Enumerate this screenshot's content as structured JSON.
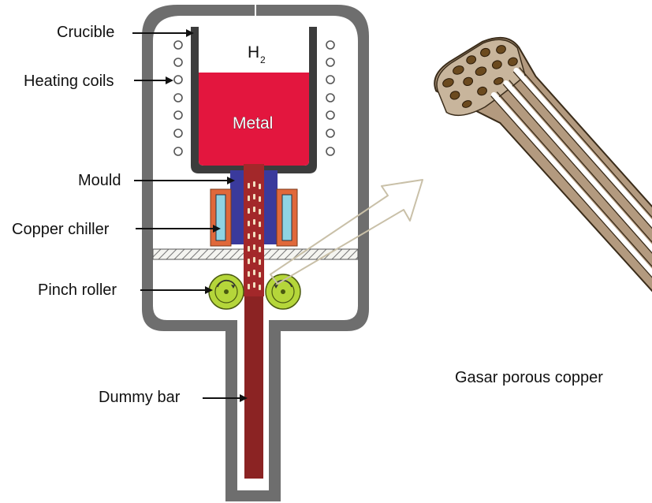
{
  "labels": {
    "crucible": "Crucible",
    "heating_coils": "Heating coils",
    "mould": "Mould",
    "copper_chiller": "Copper chiller",
    "pinch_roller": "Pinch roller",
    "dummy_bar": "Dummy bar",
    "metal": "Metal",
    "gas_symbol": "H",
    "gas_subscript": "2",
    "gasar_caption": "Gasar porous copper"
  },
  "colors": {
    "chamber_wall": "#6e6e6e",
    "metal": "#e3163e",
    "mould": "#3a3a9c",
    "copper_chiller": "#e0683a",
    "chiller_inner": "#8fd3e3",
    "pinch_roller": "#b5d63a",
    "dummy_bar": "#8b2323",
    "porous_copper": "#b39a7f",
    "pore_dark": "#6b4a1f",
    "arrow": "#c9c0a8"
  }
}
